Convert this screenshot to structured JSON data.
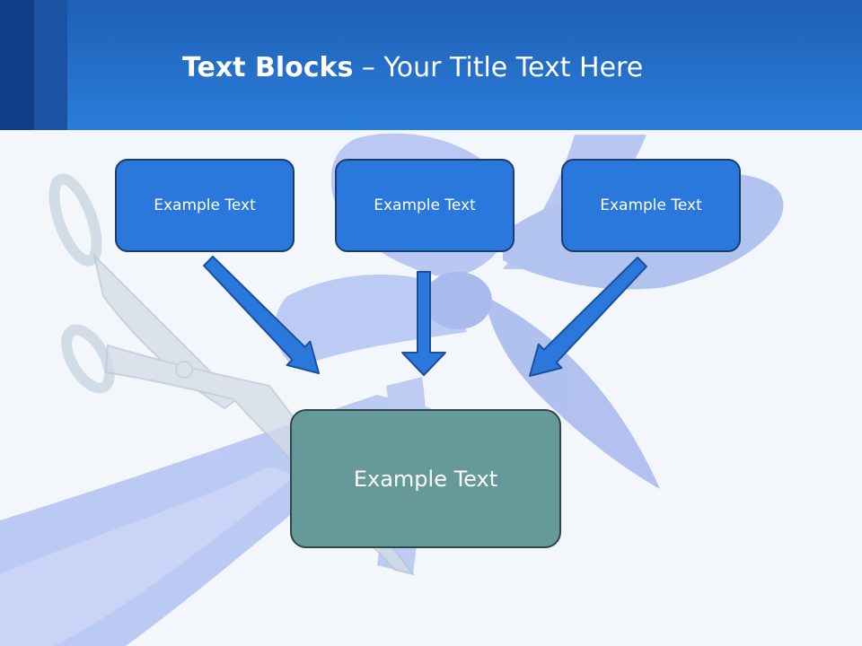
{
  "slide": {
    "title_bold": "Text Blocks",
    "title_dash": " – ",
    "title_rest": "Your Title Text Here"
  },
  "blocks": {
    "top": [
      {
        "label": "Example Text"
      },
      {
        "label": "Example Text"
      },
      {
        "label": "Example Text"
      }
    ],
    "bottom": {
      "label": "Example Text"
    }
  },
  "colors": {
    "header": "#2a7ddb",
    "top_box_fill": "#2a78dc",
    "bottom_box_fill": "#669999",
    "arrow_fill": "#2a78dc",
    "arrow_stroke": "#1b4f9c"
  }
}
